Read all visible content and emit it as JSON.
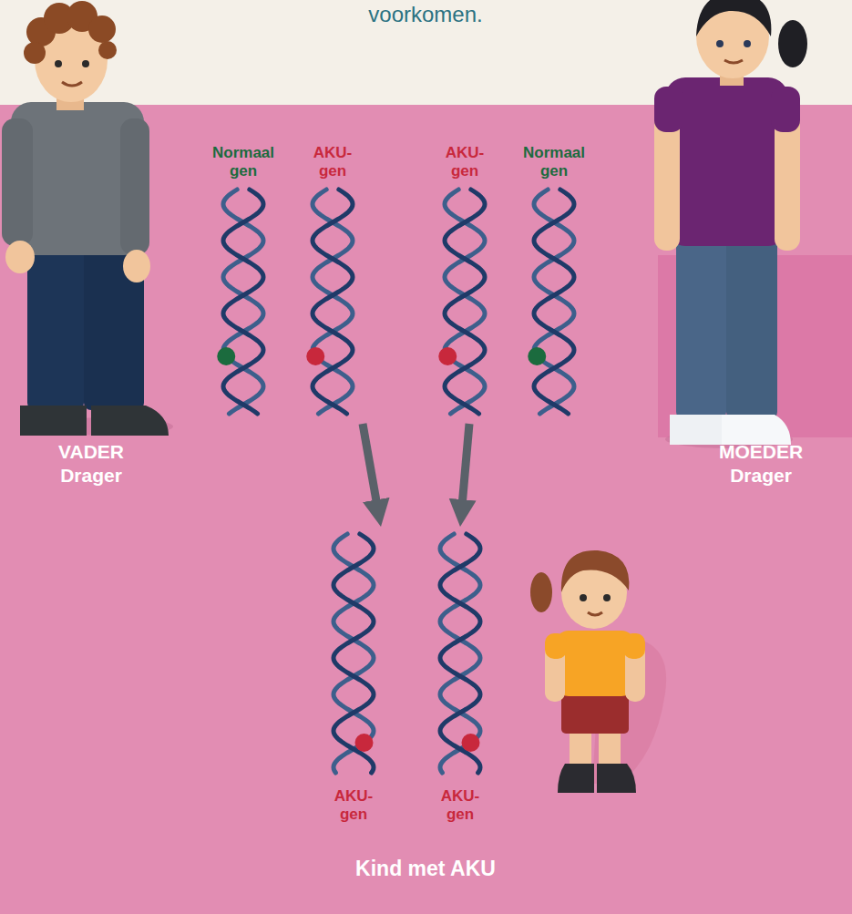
{
  "diagram": {
    "nodes": [
      {
        "text": [
          "Normaal gen"
        ]
      },
      {
        "text": [
          "AKU- gen"
        ]
      },
      {
        "text": [
          "AKU- gen"
        ]
      },
      {
        "text": [
          "Normaal gen"
        ]
      },
      {
        "text": [
          "AKU- gen"
        ]
      },
      {
        "text": [
          "AKU- gen"
        ]
      }
    ],
    "edges": [
      {
        "from": 1,
        "to": 4,
        "arrow": "to"
      },
      {
        "from": 2,
        "to": 5,
        "arrow": "to"
      }
    ],
    "labels": [
      "voorkomen.",
      "VADER",
      "Drager",
      "MOEDER",
      "Drager",
      "Kind met AKU"
    ]
  }
}
